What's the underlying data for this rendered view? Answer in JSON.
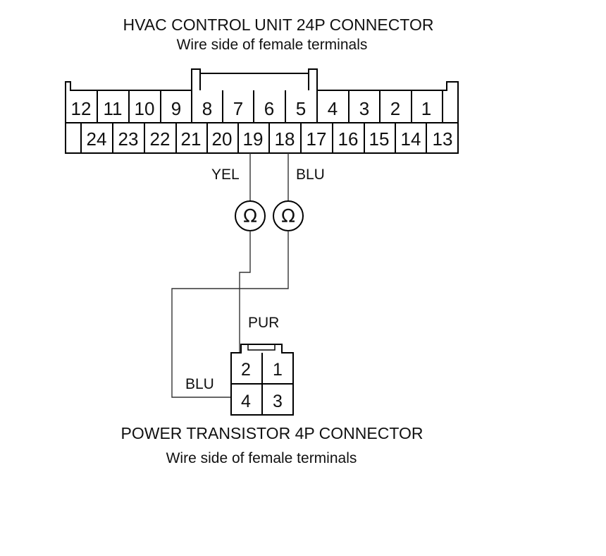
{
  "hvac_connector": {
    "title": "HVAC CONTROL UNIT 24P CONNECTOR",
    "subtitle": "Wire side of female terminals",
    "top_row": [
      "12",
      "11",
      "10",
      "9",
      "8",
      "7",
      "6",
      "5",
      "4",
      "3",
      "2",
      "1"
    ],
    "bottom_row": [
      "24",
      "23",
      "22",
      "21",
      "20",
      "19",
      "18",
      "17",
      "16",
      "15",
      "14",
      "13"
    ]
  },
  "power_transistor_connector": {
    "title": "POWER TRANSISTOR 4P CONNECTOR",
    "subtitle": "Wire side of female terminals",
    "pins": [
      "2",
      "1",
      "4",
      "3"
    ]
  },
  "wires": {
    "yel": "YEL",
    "blu_top": "BLU",
    "pur": "PUR",
    "blu_bottom": "BLU"
  },
  "meters": {
    "symbol": "Ω"
  }
}
